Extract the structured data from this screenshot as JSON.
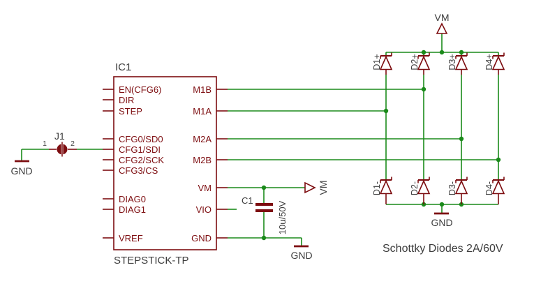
{
  "colors": {
    "wire_green": "#1a8a1a",
    "component_maroon": "#7d0d10",
    "label_gray": "#3d3d3d",
    "background": "#ffffff"
  },
  "ic": {
    "designator": "IC1",
    "value": "STEPSTICK-TP",
    "left_pins": [
      "EN(CFG6)",
      "DIR",
      "STEP",
      "CFG0/SD0",
      "CFG1/SDI",
      "CFG2/SCK",
      "CFG3/CS",
      "DIAG0",
      "DIAG1",
      "VREF"
    ],
    "right_pins": [
      "M1B",
      "M1A",
      "M2A",
      "M2B",
      "VM",
      "VIO",
      "GND"
    ]
  },
  "jumper": {
    "designator": "J1",
    "pin_1": "1",
    "pin_2": "2"
  },
  "capacitor": {
    "designator": "C1",
    "value": "10u/50V"
  },
  "supplies": {
    "vm_top": "VM",
    "vm_ic": "VM"
  },
  "grounds": {
    "left": "GND",
    "ic": "GND",
    "diodes": "GND"
  },
  "diode_array": {
    "top_row": [
      "D1+",
      "D2+",
      "D3+",
      "D4+"
    ],
    "bottom_row": [
      "D1-",
      "D2-",
      "D3-",
      "D4-"
    ],
    "caption": "Schottky Diodes 2A/60V"
  }
}
